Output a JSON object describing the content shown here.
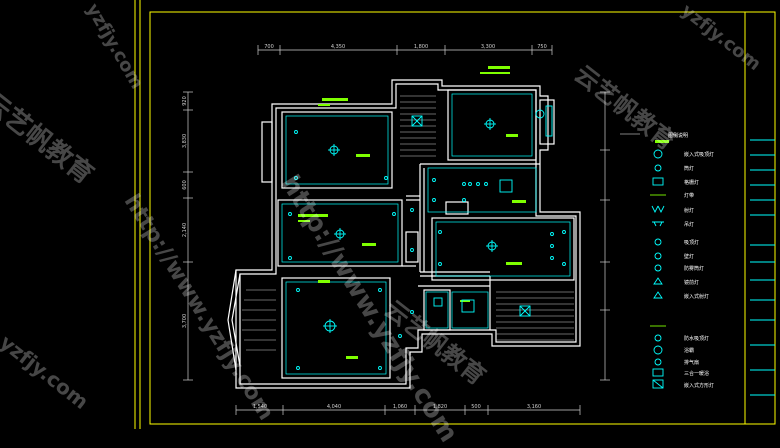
{
  "colors": {
    "frame": "#ffff00",
    "wall": "#ffffff",
    "fixture": "#00ffff",
    "fill": "#7fff00",
    "dim": "#cfcfcf"
  },
  "dims_top": [
    "700",
    "4,350",
    "1,800",
    "3,300",
    "750"
  ],
  "dims_bottom": [
    "1,540",
    "4,040",
    "1,060",
    "1,820",
    "500",
    "3,160"
  ],
  "dims_left": [
    "920",
    "3,830",
    "600",
    "2,140",
    "3,700"
  ],
  "legend": {
    "header": "图例说明",
    "items": [
      "嵌入式吸顶灯",
      "筒灯",
      "格栅灯",
      "灯带",
      "射灯",
      "吊灯",
      "吸顶灯",
      "壁灯",
      "防雾筒灯",
      "镜前灯",
      "嵌入式射灯",
      "防水吸顶灯",
      "浴霸",
      "排气扇",
      "三合一暖浴",
      "嵌入式方形灯"
    ]
  },
  "watermark": {
    "url": "http://www.yzfjy.com",
    "brand": "云艺帆教育",
    "short": "yzfjy.com"
  }
}
